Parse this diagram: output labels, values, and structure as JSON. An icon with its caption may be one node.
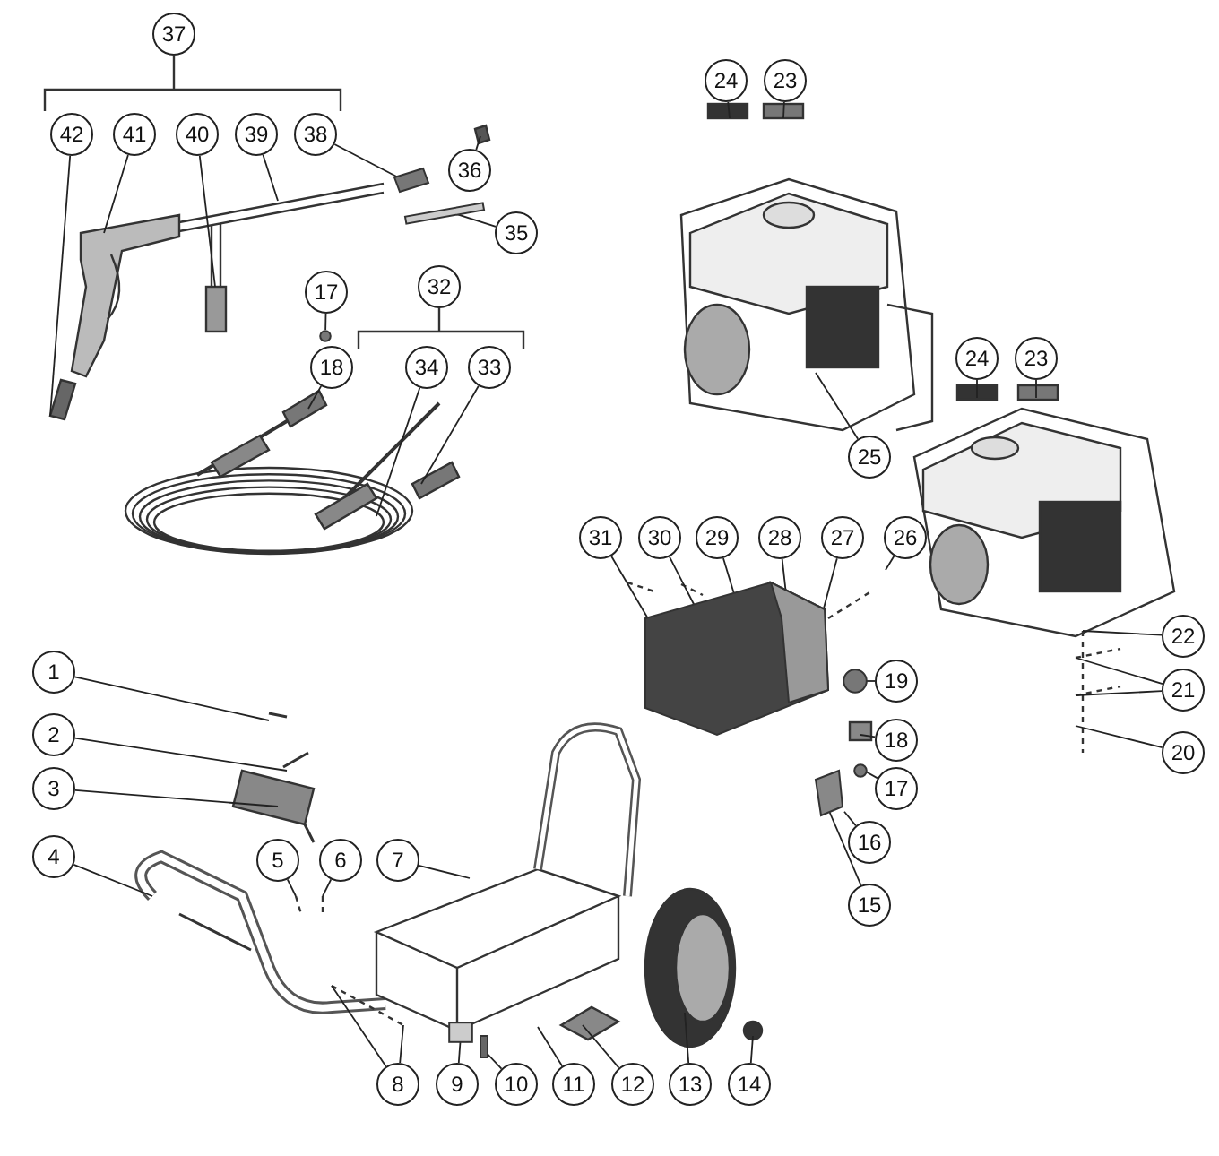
{
  "diagram": {
    "nodes": [
      {
        "text": [
          "37"
        ]
      },
      {
        "text": [
          "42"
        ]
      },
      {
        "text": [
          "41"
        ]
      },
      {
        "text": [
          "40"
        ]
      },
      {
        "text": [
          "39"
        ]
      },
      {
        "text": [
          "38"
        ]
      },
      {
        "text": [
          "36"
        ]
      },
      {
        "text": [
          "35"
        ]
      },
      {
        "text": [
          "32"
        ]
      },
      {
        "text": [
          "17"
        ]
      },
      {
        "text": [
          "18"
        ]
      },
      {
        "text": [
          "34"
        ]
      },
      {
        "text": [
          "33"
        ]
      },
      {
        "text": [
          "24"
        ]
      },
      {
        "text": [
          "23"
        ]
      },
      {
        "text": [
          "24"
        ]
      },
      {
        "text": [
          "23"
        ]
      },
      {
        "text": [
          "25"
        ]
      },
      {
        "text": [
          "31"
        ]
      },
      {
        "text": [
          "30"
        ]
      },
      {
        "text": [
          "29"
        ]
      },
      {
        "text": [
          "28"
        ]
      },
      {
        "text": [
          "27"
        ]
      },
      {
        "text": [
          "26"
        ]
      },
      {
        "text": [
          "22"
        ]
      },
      {
        "text": [
          "1"
        ]
      },
      {
        "text": [
          "19"
        ]
      },
      {
        "text": [
          "21"
        ]
      },
      {
        "text": [
          "2"
        ]
      },
      {
        "text": [
          "18"
        ]
      },
      {
        "text": [
          "20"
        ]
      },
      {
        "text": [
          "3"
        ]
      },
      {
        "text": [
          "17"
        ]
      },
      {
        "text": [
          "16"
        ]
      },
      {
        "text": [
          "4"
        ]
      },
      {
        "text": [
          "5"
        ]
      },
      {
        "text": [
          "6"
        ]
      },
      {
        "text": [
          "7"
        ]
      },
      {
        "text": [
          "15"
        ]
      },
      {
        "text": [
          "8"
        ]
      },
      {
        "text": [
          "9"
        ]
      },
      {
        "text": [
          "10"
        ]
      },
      {
        "text": [
          "11"
        ]
      },
      {
        "text": [
          "12"
        ]
      },
      {
        "text": [
          "13"
        ]
      },
      {
        "text": [
          "14"
        ]
      },
      {
        "text": [],
        "shape": "picture"
      },
      {
        "text": [],
        "shape": "bar"
      },
      {
        "text": [],
        "shape": "picture"
      },
      {
        "text": [],
        "shape": "picture"
      },
      {
        "text": [],
        "shape": "circle"
      },
      {
        "text": [],
        "shape": "circle"
      },
      {
        "text": [],
        "shape": "circle"
      },
      {
        "text": [],
        "shape": "bar"
      },
      {
        "text": [],
        "shape": "box"
      }
    ],
    "edges": [
      {
        "from": 1,
        "to": null,
        "arrow": "none"
      },
      {
        "from": 2,
        "to": null,
        "arrow": "none"
      },
      {
        "from": 3,
        "to": null,
        "arrow": "none"
      },
      {
        "from": 4,
        "to": null,
        "arrow": "none"
      },
      {
        "from": 5,
        "to": 46,
        "arrow": "none"
      },
      {
        "from": 6,
        "to": null,
        "arrow": "none"
      },
      {
        "from": 7,
        "to": 47,
        "arrow": "none"
      },
      {
        "from": 9,
        "to": 50,
        "arrow": "none"
      },
      {
        "from": 10,
        "to": null,
        "arrow": "none"
      },
      {
        "from": 11,
        "to": null,
        "arrow": "none"
      },
      {
        "from": 12,
        "to": null,
        "arrow": "none"
      },
      {
        "from": 13,
        "to": null,
        "arrow": "none"
      },
      {
        "from": 14,
        "to": null,
        "arrow": "none"
      },
      {
        "from": 15,
        "to": null,
        "arrow": "none"
      },
      {
        "from": 16,
        "to": null,
        "arrow": "none"
      },
      {
        "from": 17,
        "to": null,
        "arrow": "none"
      },
      {
        "from": 18,
        "to": 48,
        "arrow": "none"
      },
      {
        "from": 19,
        "to": 48,
        "arrow": "none"
      },
      {
        "from": 20,
        "to": 48,
        "arrow": "none"
      },
      {
        "from": 21,
        "to": 48,
        "arrow": "none"
      },
      {
        "from": 22,
        "to": 48,
        "arrow": "none"
      },
      {
        "from": 23,
        "to": null,
        "arrow": "none"
      },
      {
        "from": 24,
        "to": null,
        "arrow": "none"
      },
      {
        "from": 27,
        "to": null,
        "arrow": "none"
      },
      {
        "from": 27,
        "to": null,
        "arrow": "none"
      },
      {
        "from": 26,
        "to": 51,
        "arrow": "none"
      },
      {
        "from": 29,
        "to": null,
        "arrow": "none"
      },
      {
        "from": 32,
        "to": 52,
        "arrow": "none"
      },
      {
        "from": 30,
        "to": null,
        "arrow": "none"
      },
      {
        "from": 33,
        "to": 49,
        "arrow": "none"
      },
      {
        "from": 38,
        "to": 49,
        "arrow": "none"
      },
      {
        "from": 25,
        "to": null,
        "arrow": "none"
      },
      {
        "from": 28,
        "to": null,
        "arrow": "none"
      },
      {
        "from": 31,
        "to": null,
        "arrow": "none"
      },
      {
        "from": 34,
        "to": null,
        "arrow": "none"
      },
      {
        "from": 35,
        "to": null,
        "arrow": "none"
      },
      {
        "from": 36,
        "to": null,
        "arrow": "none"
      },
      {
        "from": 37,
        "to": null,
        "arrow": "none"
      },
      {
        "from": 39,
        "to": null,
        "arrow": "none"
      },
      {
        "from": 39,
        "to": null,
        "arrow": "none"
      },
      {
        "from": 40,
        "to": 54,
        "arrow": "none"
      },
      {
        "from": 41,
        "to": 53,
        "arrow": "none"
      },
      {
        "from": 42,
        "to": null,
        "arrow": "none"
      },
      {
        "from": 43,
        "to": null,
        "arrow": "none"
      },
      {
        "from": 44,
        "to": null,
        "arrow": "none"
      },
      {
        "from": 45,
        "to": null,
        "arrow": "none"
      }
    ]
  }
}
